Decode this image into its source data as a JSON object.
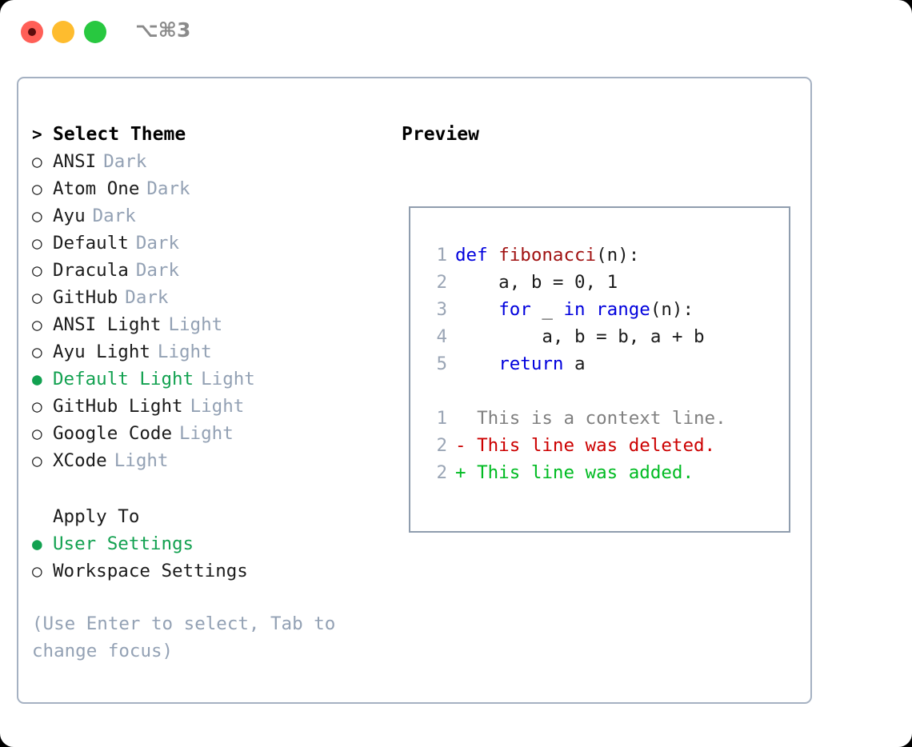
{
  "window": {
    "shortcut": "⌥⌘3",
    "traffic_lights": [
      {
        "name": "close",
        "color": "#ff5f57"
      },
      {
        "name": "minimize",
        "color": "#febc2e"
      },
      {
        "name": "maximize",
        "color": "#28c840"
      }
    ]
  },
  "theme_picker": {
    "header_marker": ">",
    "header": "Select Theme",
    "unselected_marker": "○",
    "selected_marker": "●",
    "selected_color": "#12a150",
    "tag_color": "#93a1b4",
    "items": [
      {
        "marker": "○",
        "name": "ANSI",
        "tag": "Dark",
        "selected": false
      },
      {
        "marker": "○",
        "name": "Atom One",
        "tag": "Dark",
        "selected": false
      },
      {
        "marker": "○",
        "name": "Ayu",
        "tag": "Dark",
        "selected": false
      },
      {
        "marker": "○",
        "name": "Default",
        "tag": "Dark",
        "selected": false
      },
      {
        "marker": "○",
        "name": "Dracula",
        "tag": "Dark",
        "selected": false
      },
      {
        "marker": "○",
        "name": "GitHub",
        "tag": "Dark",
        "selected": false
      },
      {
        "marker": "○",
        "name": "ANSI Light",
        "tag": "Light",
        "selected": false
      },
      {
        "marker": "○",
        "name": "Ayu Light",
        "tag": "Light",
        "selected": false
      },
      {
        "marker": "●",
        "name": "Default Light",
        "tag": "Light",
        "selected": true
      },
      {
        "marker": "○",
        "name": "GitHub Light",
        "tag": "Light",
        "selected": false
      },
      {
        "marker": "○",
        "name": "Google Code",
        "tag": "Light",
        "selected": false
      },
      {
        "marker": "○",
        "name": "XCode",
        "tag": "Light",
        "selected": false
      }
    ]
  },
  "apply_to": {
    "label": "Apply To",
    "items": [
      {
        "marker": "●",
        "name": "User Settings",
        "selected": true
      },
      {
        "marker": "○",
        "name": "Workspace Settings",
        "selected": false
      }
    ]
  },
  "hint": "(Use Enter to select, Tab to\nchange focus)",
  "preview": {
    "title": "Preview",
    "code_lines": [
      {
        "lineno": "1",
        "tokens": [
          {
            "text": "def ",
            "type": "kw"
          },
          {
            "text": "fibonacci",
            "type": "fn"
          },
          {
            "text": "(n):",
            "type": "pl"
          }
        ]
      },
      {
        "lineno": "2",
        "tokens": [
          {
            "text": "    a, b = 0, 1",
            "type": "pl"
          }
        ]
      },
      {
        "lineno": "3",
        "tokens": [
          {
            "text": "    ",
            "type": "pl"
          },
          {
            "text": "for",
            "type": "kw"
          },
          {
            "text": " _ ",
            "type": "pl"
          },
          {
            "text": "in",
            "type": "kw"
          },
          {
            "text": " ",
            "type": "pl"
          },
          {
            "text": "range",
            "type": "kw"
          },
          {
            "text": "(n):",
            "type": "pl"
          }
        ]
      },
      {
        "lineno": "4",
        "tokens": [
          {
            "text": "        a, b = b, a + b",
            "type": "pl"
          }
        ]
      },
      {
        "lineno": "5",
        "tokens": [
          {
            "text": "    ",
            "type": "pl"
          },
          {
            "text": "return",
            "type": "kw"
          },
          {
            "text": " a",
            "type": "pl"
          }
        ]
      }
    ],
    "diff_lines": [
      {
        "lineno": "1",
        "sign": " ",
        "text": " This is a context line.",
        "type": "d-ctx"
      },
      {
        "lineno": "2",
        "sign": "-",
        "text": " This line was deleted.",
        "type": "d-del"
      },
      {
        "lineno": "2",
        "sign": "+",
        "text": " This line was added.",
        "type": "d-add"
      }
    ]
  },
  "colors": {
    "panel_border": "#a5b1c2",
    "code_border": "#8f9dae",
    "keyword": "#0000dd",
    "function": "#a01111",
    "lineno": "#9aa5b5",
    "diff_context": "#808080",
    "diff_deleted": "#cc0000",
    "diff_added": "#00bb22"
  }
}
